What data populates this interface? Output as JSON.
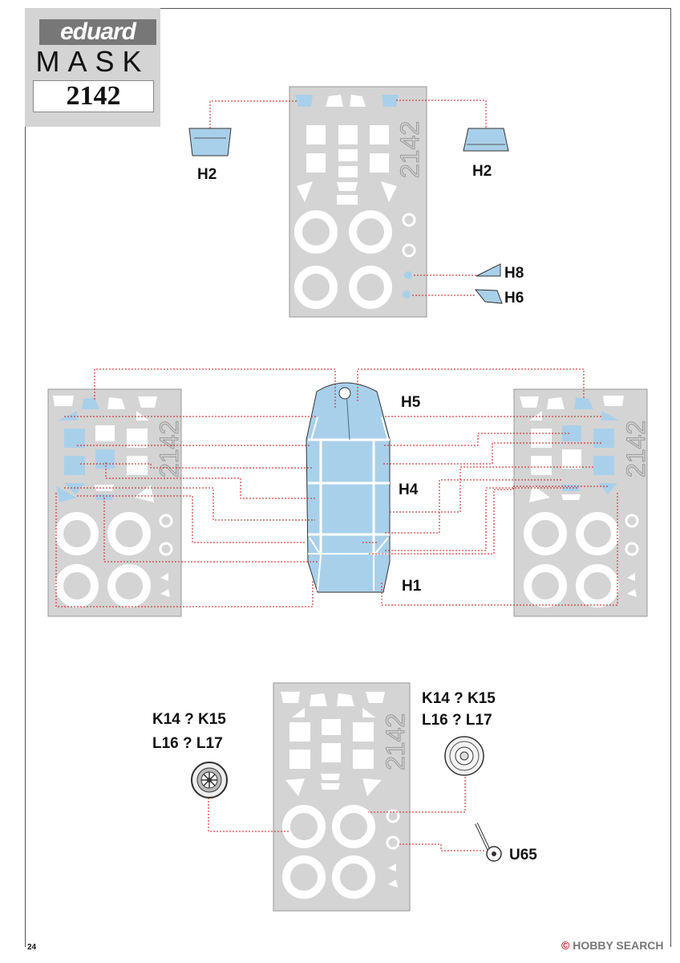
{
  "logo": {
    "brand": "eduard",
    "product": "MASK",
    "number": "2142"
  },
  "sheet_number": "2142",
  "labels": {
    "h1": "H1",
    "h2_left": "H2",
    "h2_right": "H2",
    "h4": "H4",
    "h5": "H5",
    "h6": "H6",
    "h8": "H8",
    "u65": "U65"
  },
  "wheel_codes": {
    "left": {
      "line1": "K14 ? K15",
      "line2": "L16 ? L17"
    },
    "right": {
      "line1": "K14 ? K15",
      "line2": "L16 ? L17"
    }
  },
  "page_number": "24",
  "watermark": {
    "brand": "HOBBY SEARCH",
    "mark": "©"
  },
  "colors": {
    "mask_blue": "#a9d0ea",
    "sheet_grey": "#d4d4d4",
    "leader_red": "#c81e1e"
  }
}
